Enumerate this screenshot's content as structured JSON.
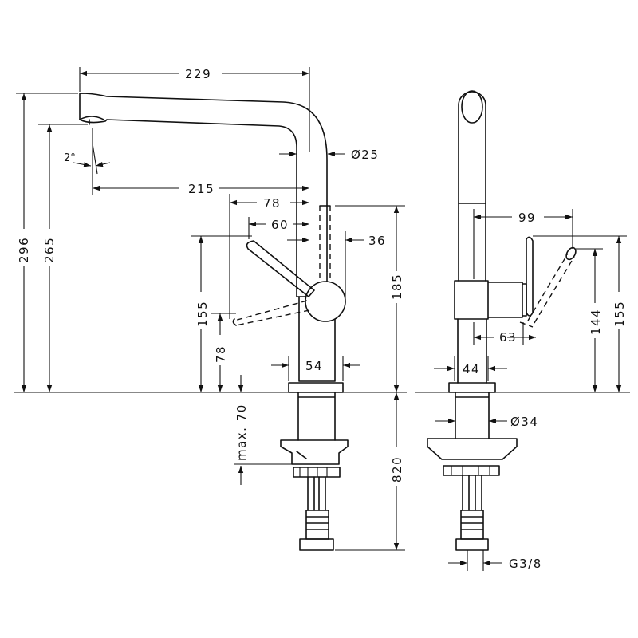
{
  "dimensions": {
    "spout_reach": "229",
    "outlet_reach": "215",
    "total_height": "296",
    "outlet_height": "265",
    "spout_angle": "2°",
    "tube_diameter": "Ø25",
    "lever_reach_78": "78",
    "lever_reach_60": "60",
    "body_36": "36",
    "lever_height_155": "155",
    "lever_height_78": "78",
    "body_height_185": "185",
    "base_54": "54",
    "max_70": "max. 70",
    "shank_820": "820",
    "side_99": "99",
    "side_63": "63",
    "side_44": "44",
    "side_144": "144",
    "side_155": "155",
    "shank_diameter": "Ø34",
    "thread": "G3/8"
  }
}
